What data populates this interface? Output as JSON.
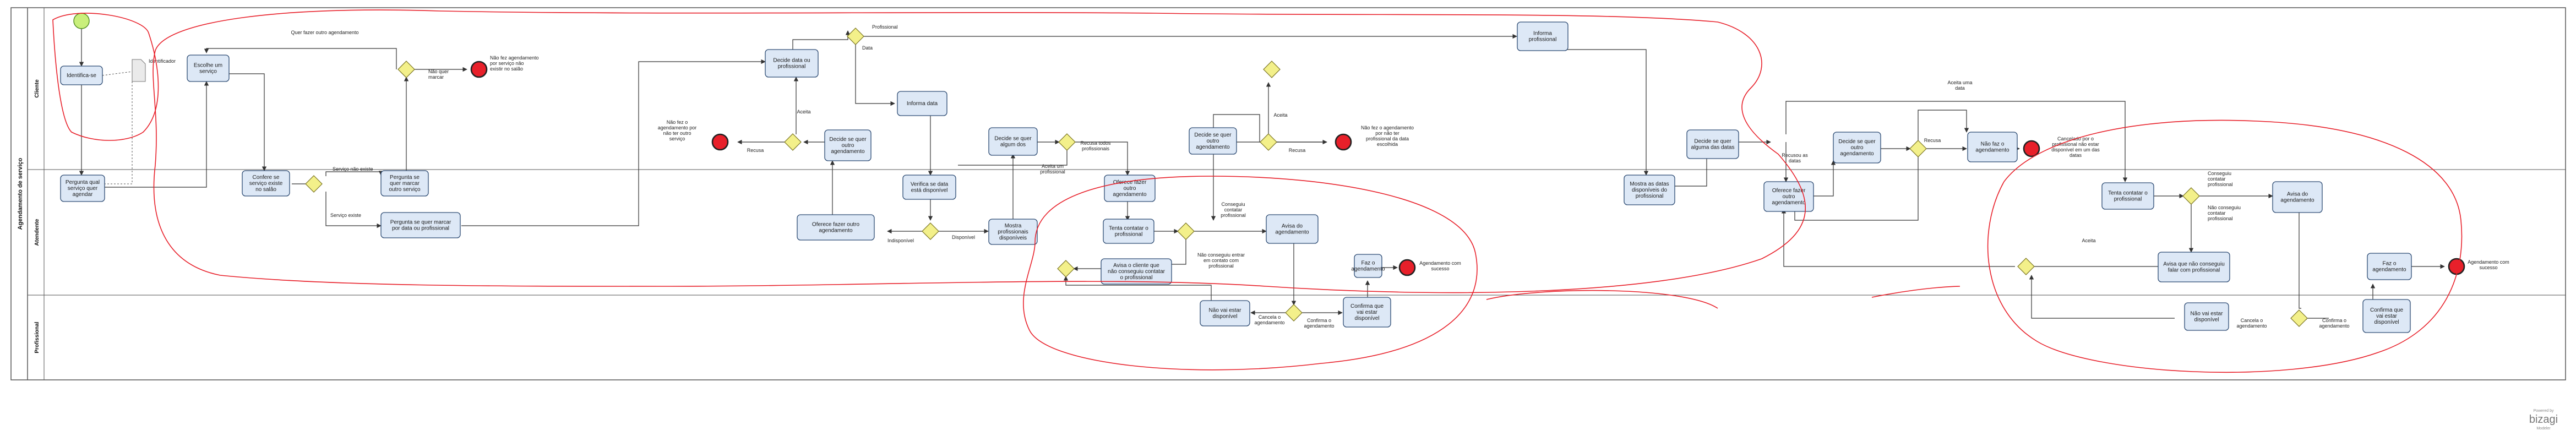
{
  "diagram": {
    "pool_title": "Agendamento de serviço",
    "lanes": [
      {
        "id": "cliente",
        "label": "Cliente"
      },
      {
        "id": "atendente",
        "label": "Atendente"
      },
      {
        "id": "profissional",
        "label": "Profissional"
      }
    ],
    "tasks": [
      {
        "id": "t_identifica",
        "label": "Identifica-se"
      },
      {
        "id": "t_escolhe_servico",
        "label": "Escolhe um serviço"
      },
      {
        "id": "t_pergunta_servico",
        "label": "Pergunta qual serviço quer agendar"
      },
      {
        "id": "t_confere_salao",
        "label": "Confere se serviço existe no salão"
      },
      {
        "id": "t_pergunta_outro",
        "label": "Pergunta se quer marcar outro serviço"
      },
      {
        "id": "t_pergunta_data_prof",
        "label": "Pergunta se quer marcar por data ou profissional"
      },
      {
        "id": "t_decide_data_prof",
        "label": "Decide data ou profissional"
      },
      {
        "id": "t_informa_data",
        "label": "Informa data"
      },
      {
        "id": "t_verifica_data",
        "label": "Verifica se data está disponível"
      },
      {
        "id": "t_oferece_outro_ag",
        "label": "Oferece fazer outro agendamento"
      },
      {
        "id": "t_decide_outro_ag1",
        "label": "Decide se quer outro agendamento"
      },
      {
        "id": "t_decide_algum_dos",
        "label": "Decide se quer algum dos"
      },
      {
        "id": "t_mostra_prof",
        "label": "Mostra profissionais disponíveis"
      },
      {
        "id": "t_oferece_outro_ag2",
        "label": "Oferece fazer outro agendamento"
      },
      {
        "id": "t_tenta_contatar1",
        "label": "Tenta contatar o profissional"
      },
      {
        "id": "t_avisa_cliente",
        "label": "Avisa o cliente que não conseguiu contatar o profissional"
      },
      {
        "id": "t_avisa_ag1",
        "label": "Avisa do agendamento"
      },
      {
        "id": "t_decide_outro_ag2",
        "label": "Decide se quer outro agendamento"
      },
      {
        "id": "t_nao_vai_estar1",
        "label": "Não vai estar disponível"
      },
      {
        "id": "t_confirma1",
        "label": "Confirma que vai estar disponível"
      },
      {
        "id": "t_faz_ag1",
        "label": "Faz o agendamento"
      },
      {
        "id": "t_informa_prof",
        "label": "Informa profissional"
      },
      {
        "id": "t_mostra_datas",
        "label": "Mostra as datas disponíveis do profissional"
      },
      {
        "id": "t_decide_alguma_data",
        "label": "Decide se quer alguma das datas"
      },
      {
        "id": "t_oferece_outro_ag3",
        "label": "Oferece fazer outro agendamento"
      },
      {
        "id": "t_decide_outro_ag3",
        "label": "Decide se quer outro agendamento"
      },
      {
        "id": "t_nao_faz_ag",
        "label": "Não faz o agendamento"
      },
      {
        "id": "t_tenta_contatar2",
        "label": "Tenta contatar o profissional"
      },
      {
        "id": "t_avisa_ag2",
        "label": "Avisa do agendamento"
      },
      {
        "id": "t_avisa_nao_conseguiu2",
        "label": "Avisa que não conseguiu falar com profissional"
      },
      {
        "id": "t_nao_vai_estar2",
        "label": "Não vai estar disponível"
      },
      {
        "id": "t_confirma2",
        "label": "Confirma que vai estar disponível"
      },
      {
        "id": "t_faz_ag2",
        "label": "Faz o agendamento"
      }
    ],
    "edge_labels": [
      {
        "id": "e_identificador",
        "text": "Identificador"
      },
      {
        "id": "e_quer_fazer_outro",
        "text": "Quer fazer outro agendamento"
      },
      {
        "id": "e_nao_quer_marcar",
        "text": "Não quer marcar"
      },
      {
        "id": "e_servico_nao_existe",
        "text": "Serviço não existe"
      },
      {
        "id": "e_servico_existe",
        "text": "Serviço existe"
      },
      {
        "id": "e_profissional",
        "text": "Profissional"
      },
      {
        "id": "e_data",
        "text": "Data"
      },
      {
        "id": "e_aceita1",
        "text": "Aceita"
      },
      {
        "id": "e_recusa1",
        "text": "Recusa"
      },
      {
        "id": "e_indisponivel",
        "text": "Indisponível"
      },
      {
        "id": "e_disponivel",
        "text": "Disponível"
      },
      {
        "id": "e_aceita_um_prof",
        "text": "Aceita um profissional"
      },
      {
        "id": "e_recusa_todos",
        "text": "Recusa todos profissionais"
      },
      {
        "id": "e_conseguiu_contatar1",
        "text": "Conseguiu contatar profissional"
      },
      {
        "id": "e_nao_conseguiu_entrar",
        "text": "Não conseguiu entrar em contato com profissional"
      },
      {
        "id": "e_cancela1",
        "text": "Cancela o agendamento"
      },
      {
        "id": "e_confirma_ag1",
        "text": "Confirma o agendamento"
      },
      {
        "id": "e_aceita2",
        "text": "Aceita"
      },
      {
        "id": "e_recusa2",
        "text": "Recusa"
      },
      {
        "id": "e_aceita_uma_data",
        "text": "Aceita uma data"
      },
      {
        "id": "e_recusou_datas",
        "text": "Recusou as datas"
      },
      {
        "id": "e_recusa3",
        "text": "Recusa"
      },
      {
        "id": "e_conseguiu_contatar2",
        "text": "Conseguiu contatar profissional"
      },
      {
        "id": "e_nao_conseguiu_contatar2",
        "text": "Não conseguiu contatar profissional"
      },
      {
        "id": "e_aceita3",
        "text": "Aceita"
      },
      {
        "id": "e_cancela2",
        "text": "Cancela o agendamento"
      },
      {
        "id": "e_confirma_ag2",
        "text": "Confirma o agendamento"
      }
    ],
    "end_events": [
      {
        "id": "end_nao_servico",
        "text": "Não fez agendamento por serviço não existir no salão"
      },
      {
        "id": "end_nao_outro",
        "text": "Não fez o agendamento por não ter outro serviço"
      },
      {
        "id": "end_nao_prof",
        "text": "Não fez o agendamento por não ter profissional da data escolhida"
      },
      {
        "id": "end_sucesso1",
        "text": "Agendamento com sucesso"
      },
      {
        "id": "end_cancelado",
        "text": "Cancelado por o profissional não estar disponível em um das datas"
      },
      {
        "id": "end_sucesso2",
        "text": "Agendamento com sucesso"
      }
    ],
    "colors": {
      "task_fill": "#dde8f6",
      "task_stroke": "#2d4b73",
      "gateway_fill": "#f3f08a",
      "start_fill": "#c9ef7b",
      "end_fill": "#e8202a",
      "annotation_curve": "#e8202a",
      "lane_stroke": "#555555"
    },
    "watermark": {
      "line1": "Powered by",
      "line2": "bizagi",
      "line3": "Modeler"
    }
  }
}
